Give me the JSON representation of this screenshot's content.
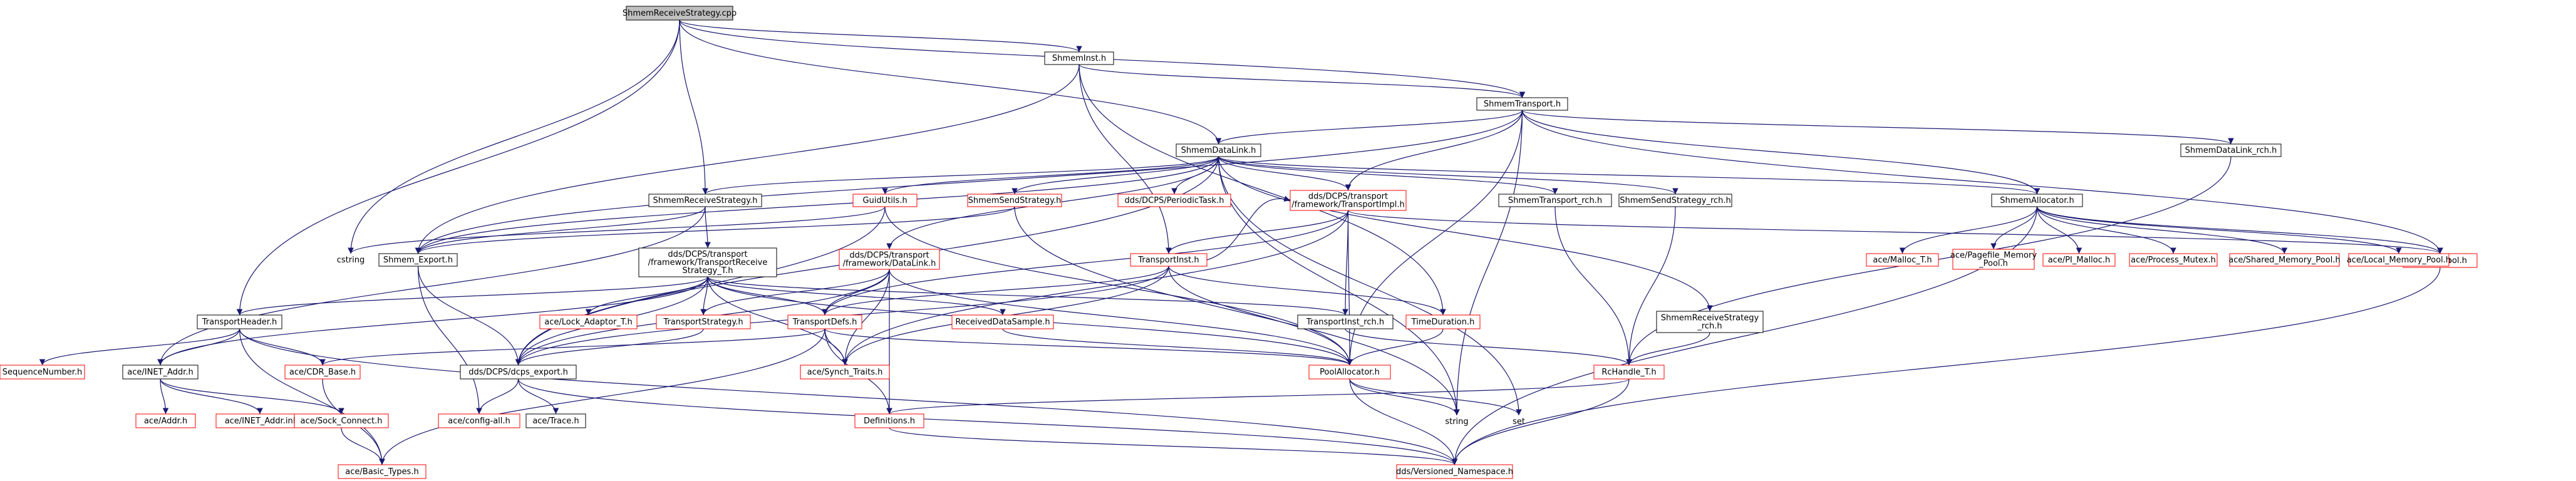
{
  "colors": {
    "edge": "#191970",
    "root_fill": "#bfbfbf",
    "node_stroke_black": "#000000",
    "node_stroke_red": "#ff0000",
    "node_fill": "#ffffff",
    "text": "#000000"
  },
  "nodes": [
    {
      "id": "root",
      "label": [
        "ShmemReceiveStrategy.cpp"
      ],
      "border": "black",
      "root": true
    },
    {
      "id": "shmem_inst",
      "label": [
        "ShmemInst.h"
      ],
      "border": "black"
    },
    {
      "id": "shmem_transport",
      "label": [
        "ShmemTransport.h"
      ],
      "border": "black"
    },
    {
      "id": "shmem_datalink",
      "label": [
        "ShmemDataLink.h"
      ],
      "border": "black"
    },
    {
      "id": "shmem_datalink_rch",
      "label": [
        "ShmemDataLink_rch.h"
      ],
      "border": "black"
    },
    {
      "id": "atomic_bool",
      "label": [
        "AtomicBool.h"
      ],
      "border": "red"
    },
    {
      "id": "shmem_recv_strategy",
      "label": [
        "ShmemReceiveStrategy.h"
      ],
      "border": "black"
    },
    {
      "id": "guid_utils",
      "label": [
        "GuidUtils.h"
      ],
      "border": "red"
    },
    {
      "id": "shmem_send_strategy",
      "label": [
        "ShmemSendStrategy.h"
      ],
      "border": "red"
    },
    {
      "id": "periodic_task",
      "label": [
        "dds/DCPS/PeriodicTask.h"
      ],
      "border": "red"
    },
    {
      "id": "transport_impl",
      "label": [
        "dds/DCPS/transport",
        "/framework/TransportImpl.h"
      ],
      "border": "red"
    },
    {
      "id": "shmem_transport_rch",
      "label": [
        "ShmemTransport_rch.h"
      ],
      "border": "black"
    },
    {
      "id": "shmem_send_strategy_rch",
      "label": [
        "ShmemSendStrategy_rch.h"
      ],
      "border": "black"
    },
    {
      "id": "shmem_allocator",
      "label": [
        "ShmemAllocator.h"
      ],
      "border": "black"
    },
    {
      "id": "cstring",
      "label": [
        "cstring"
      ],
      "border": "none"
    },
    {
      "id": "shmem_export",
      "label": [
        "Shmem_Export.h"
      ],
      "border": "black"
    },
    {
      "id": "transport_recv_strategy",
      "label": [
        "dds/DCPS/transport",
        "/framework/TransportReceive",
        "Strategy_T.h"
      ],
      "border": "black"
    },
    {
      "id": "dcps_datalink",
      "label": [
        "dds/DCPS/transport",
        "/framework/DataLink.h"
      ],
      "border": "red"
    },
    {
      "id": "transport_inst",
      "label": [
        "TransportInst.h"
      ],
      "border": "red"
    },
    {
      "id": "ace_malloc_t",
      "label": [
        "ace/Malloc_T.h"
      ],
      "border": "red"
    },
    {
      "id": "ace_pagefile",
      "label": [
        "ace/Pagefile_Memory",
        "_Pool.h"
      ],
      "border": "red"
    },
    {
      "id": "ace_pi_malloc",
      "label": [
        "ace/PI_Malloc.h"
      ],
      "border": "red"
    },
    {
      "id": "ace_process_mutex",
      "label": [
        "ace/Process_Mutex.h"
      ],
      "border": "red"
    },
    {
      "id": "ace_shared_memory_pool",
      "label": [
        "ace/Shared_Memory_Pool.h"
      ],
      "border": "red"
    },
    {
      "id": "ace_local_memory_pool",
      "label": [
        "ace/Local_Memory_Pool.h"
      ],
      "border": "red"
    },
    {
      "id": "transport_header",
      "label": [
        "TransportHeader.h"
      ],
      "border": "black"
    },
    {
      "id": "lock_adaptor",
      "label": [
        "ace/Lock_Adaptor_T.h"
      ],
      "border": "red"
    },
    {
      "id": "transport_strategy",
      "label": [
        "TransportStrategy.h"
      ],
      "border": "red"
    },
    {
      "id": "transport_defs",
      "label": [
        "TransportDefs.h"
      ],
      "border": "red"
    },
    {
      "id": "received_data_sample",
      "label": [
        "ReceivedDataSample.h"
      ],
      "border": "red"
    },
    {
      "id": "transport_inst_rch",
      "label": [
        "TransportInst_rch.h"
      ],
      "border": "black"
    },
    {
      "id": "time_duration",
      "label": [
        "TimeDuration.h"
      ],
      "border": "red"
    },
    {
      "id": "shmem_recv_strategy_rch",
      "label": [
        "ShmemReceiveStrategy",
        "_rch.h"
      ],
      "border": "black"
    },
    {
      "id": "sequence_number",
      "label": [
        "SequenceNumber.h"
      ],
      "border": "red"
    },
    {
      "id": "ace_inet_addr",
      "label": [
        "ace/INET_Addr.h"
      ],
      "border": "black"
    },
    {
      "id": "ace_cdr_base",
      "label": [
        "ace/CDR_Base.h"
      ],
      "border": "red"
    },
    {
      "id": "dcps_export",
      "label": [
        "dds/DCPS/dcps_export.h"
      ],
      "border": "black"
    },
    {
      "id": "ace_synch_traits",
      "label": [
        "ace/Synch_Traits.h"
      ],
      "border": "red"
    },
    {
      "id": "pool_allocator",
      "label": [
        "PoolAllocator.h"
      ],
      "border": "red"
    },
    {
      "id": "rc_handle",
      "label": [
        "RcHandle_T.h"
      ],
      "border": "red"
    },
    {
      "id": "ace_addr",
      "label": [
        "ace/Addr.h"
      ],
      "border": "red"
    },
    {
      "id": "ace_inet_addr_inl",
      "label": [
        "ace/INET_Addr.inl"
      ],
      "border": "red"
    },
    {
      "id": "ace_sock_connect",
      "label": [
        "ace/Sock_Connect.h"
      ],
      "border": "red"
    },
    {
      "id": "ace_config_all",
      "label": [
        "ace/config-all.h"
      ],
      "border": "red"
    },
    {
      "id": "ace_trace",
      "label": [
        "ace/Trace.h"
      ],
      "border": "black"
    },
    {
      "id": "definitions",
      "label": [
        "Definitions.h"
      ],
      "border": "red"
    },
    {
      "id": "string",
      "label": [
        "string"
      ],
      "border": "none"
    },
    {
      "id": "set",
      "label": [
        "set"
      ],
      "border": "none"
    },
    {
      "id": "ace_basic_types",
      "label": [
        "ace/Basic_Types.h"
      ],
      "border": "red"
    },
    {
      "id": "versioned_namespace",
      "label": [
        "dds/Versioned_Namespace.h"
      ],
      "border": "red"
    }
  ],
  "edges": [
    [
      "root",
      "shmem_inst"
    ],
    [
      "root",
      "shmem_transport"
    ],
    [
      "root",
      "shmem_datalink"
    ],
    [
      "root",
      "shmem_recv_strategy"
    ],
    [
      "root",
      "cstring"
    ],
    [
      "root",
      "transport_header"
    ],
    [
      "shmem_inst",
      "shmem_transport"
    ],
    [
      "shmem_inst",
      "shmem_export"
    ],
    [
      "shmem_inst",
      "transport_inst"
    ],
    [
      "shmem_inst",
      "time_duration"
    ],
    [
      "shmem_transport",
      "shmem_datalink"
    ],
    [
      "shmem_transport",
      "shmem_datalink_rch"
    ],
    [
      "shmem_transport",
      "atomic_bool"
    ],
    [
      "shmem_transport",
      "transport_impl"
    ],
    [
      "shmem_transport",
      "shmem_allocator"
    ],
    [
      "shmem_transport",
      "shmem_export"
    ],
    [
      "shmem_transport",
      "pool_allocator"
    ],
    [
      "shmem_transport",
      "string"
    ],
    [
      "shmem_datalink",
      "shmem_recv_strategy"
    ],
    [
      "shmem_datalink",
      "guid_utils"
    ],
    [
      "shmem_datalink",
      "shmem_send_strategy"
    ],
    [
      "shmem_datalink",
      "periodic_task"
    ],
    [
      "shmem_datalink",
      "transport_impl"
    ],
    [
      "shmem_datalink",
      "shmem_transport_rch"
    ],
    [
      "shmem_datalink",
      "shmem_send_strategy_rch"
    ],
    [
      "shmem_datalink",
      "shmem_allocator"
    ],
    [
      "shmem_datalink",
      "shmem_export"
    ],
    [
      "shmem_datalink",
      "dcps_datalink"
    ],
    [
      "shmem_datalink",
      "shmem_recv_strategy_rch"
    ],
    [
      "shmem_datalink",
      "string"
    ],
    [
      "shmem_datalink",
      "set"
    ],
    [
      "shmem_datalink",
      "dcps_export"
    ],
    [
      "shmem_datalink_rch",
      "rc_handle"
    ],
    [
      "atomic_bool",
      "versioned_namespace"
    ],
    [
      "shmem_recv_strategy",
      "transport_recv_strategy"
    ],
    [
      "shmem_recv_strategy",
      "shmem_export"
    ],
    [
      "shmem_recv_strategy",
      "ace_inet_addr"
    ],
    [
      "guid_utils",
      "pool_allocator"
    ],
    [
      "guid_utils",
      "cstring"
    ],
    [
      "guid_utils",
      "dcps_export"
    ],
    [
      "shmem_send_strategy",
      "shmem_export"
    ],
    [
      "shmem_send_strategy",
      "string"
    ],
    [
      "transport_impl",
      "transport_inst"
    ],
    [
      "transport_impl",
      "transport_defs"
    ],
    [
      "transport_impl",
      "transport_inst_rch"
    ],
    [
      "transport_impl",
      "pool_allocator"
    ],
    [
      "transport_impl",
      "atomic_bool"
    ],
    [
      "transport_impl",
      "ace_synch_traits"
    ],
    [
      "shmem_transport_rch",
      "rc_handle"
    ],
    [
      "shmem_send_strategy_rch",
      "rc_handle"
    ],
    [
      "shmem_allocator",
      "ace_malloc_t"
    ],
    [
      "shmem_allocator",
      "ace_pagefile"
    ],
    [
      "shmem_allocator",
      "ace_pi_malloc"
    ],
    [
      "shmem_allocator",
      "ace_process_mutex"
    ],
    [
      "shmem_allocator",
      "ace_shared_memory_pool"
    ],
    [
      "shmem_allocator",
      "ace_local_memory_pool"
    ],
    [
      "shmem_allocator",
      "atomic_bool"
    ],
    [
      "shmem_allocator",
      "versioned_namespace"
    ],
    [
      "shmem_export",
      "dcps_export"
    ],
    [
      "shmem_export",
      "ace_config_all"
    ],
    [
      "transport_recv_strategy",
      "transport_header"
    ],
    [
      "transport_recv_strategy",
      "lock_adaptor"
    ],
    [
      "transport_recv_strategy",
      "transport_strategy"
    ],
    [
      "transport_recv_strategy",
      "transport_defs"
    ],
    [
      "transport_recv_strategy",
      "received_data_sample"
    ],
    [
      "transport_recv_strategy",
      "ace_inet_addr"
    ],
    [
      "transport_recv_strategy",
      "ace_synch_traits"
    ],
    [
      "transport_recv_strategy",
      "pool_allocator"
    ],
    [
      "transport_recv_strategy",
      "transport_inst_rch"
    ],
    [
      "transport_recv_strategy",
      "dcps_export"
    ],
    [
      "dcps_datalink",
      "transport_strategy"
    ],
    [
      "dcps_datalink",
      "transport_defs"
    ],
    [
      "dcps_datalink",
      "ace_synch_traits"
    ],
    [
      "dcps_datalink",
      "pool_allocator"
    ],
    [
      "dcps_datalink",
      "definitions"
    ],
    [
      "dcps_datalink",
      "dcps_export"
    ],
    [
      "transport_inst",
      "transport_impl"
    ],
    [
      "transport_inst",
      "transport_defs"
    ],
    [
      "transport_inst",
      "time_duration"
    ],
    [
      "transport_inst",
      "pool_allocator"
    ],
    [
      "transport_inst",
      "ace_synch_traits"
    ],
    [
      "transport_inst",
      "dcps_export"
    ],
    [
      "transport_header",
      "sequence_number"
    ],
    [
      "transport_header",
      "ace_inet_addr"
    ],
    [
      "transport_header",
      "ace_cdr_base"
    ],
    [
      "transport_header",
      "ace_basic_types"
    ],
    [
      "transport_header",
      "versioned_namespace"
    ],
    [
      "transport_strategy",
      "dcps_export"
    ],
    [
      "transport_defs",
      "ace_cdr_base"
    ],
    [
      "transport_defs",
      "ace_synch_traits"
    ],
    [
      "transport_defs",
      "definitions"
    ],
    [
      "transport_defs",
      "ace_basic_types"
    ],
    [
      "transport_defs",
      "pool_allocator"
    ],
    [
      "received_data_sample",
      "pool_allocator"
    ],
    [
      "transport_inst_rch",
      "rc_handle"
    ],
    [
      "time_duration",
      "pool_allocator"
    ],
    [
      "shmem_recv_strategy_rch",
      "rc_handle"
    ],
    [
      "ace_inet_addr",
      "ace_addr"
    ],
    [
      "ace_inet_addr",
      "ace_inet_addr_inl"
    ],
    [
      "ace_inet_addr",
      "ace_sock_connect"
    ],
    [
      "ace_cdr_base",
      "ace_basic_types"
    ],
    [
      "ace_sock_connect",
      "ace_basic_types"
    ],
    [
      "dcps_export",
      "ace_config_all"
    ],
    [
      "dcps_export",
      "ace_trace"
    ],
    [
      "dcps_export",
      "versioned_namespace"
    ],
    [
      "pool_allocator",
      "string"
    ],
    [
      "pool_allocator",
      "set"
    ],
    [
      "pool_allocator",
      "versioned_namespace"
    ],
    [
      "rc_handle",
      "versioned_namespace"
    ],
    [
      "rc_handle",
      "definitions"
    ],
    [
      "definitions",
      "versioned_namespace"
    ]
  ]
}
